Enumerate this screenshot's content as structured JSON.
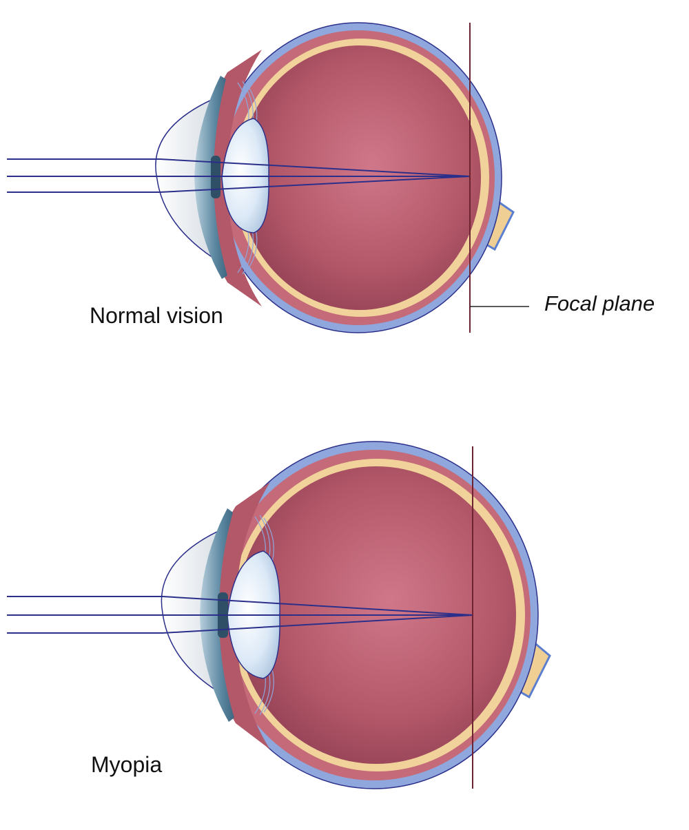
{
  "labels": {
    "normal": "Normal vision",
    "myopia": "Myopia",
    "focal_plane": "Focal plane"
  },
  "colors": {
    "sclera": "#8fa7dd",
    "choroid": "#c46a78",
    "retina": "#f2d29b",
    "vitreous_center": "#d0788a",
    "vitreous_edge": "#8e3d52",
    "cornea": "#eef1f4",
    "iris": "#5f8aa3",
    "lens": "#dce9f7",
    "optic_nerve": "#f0cf94",
    "light_ray": "#2b2f8a",
    "focal_line": "#6d2330"
  }
}
